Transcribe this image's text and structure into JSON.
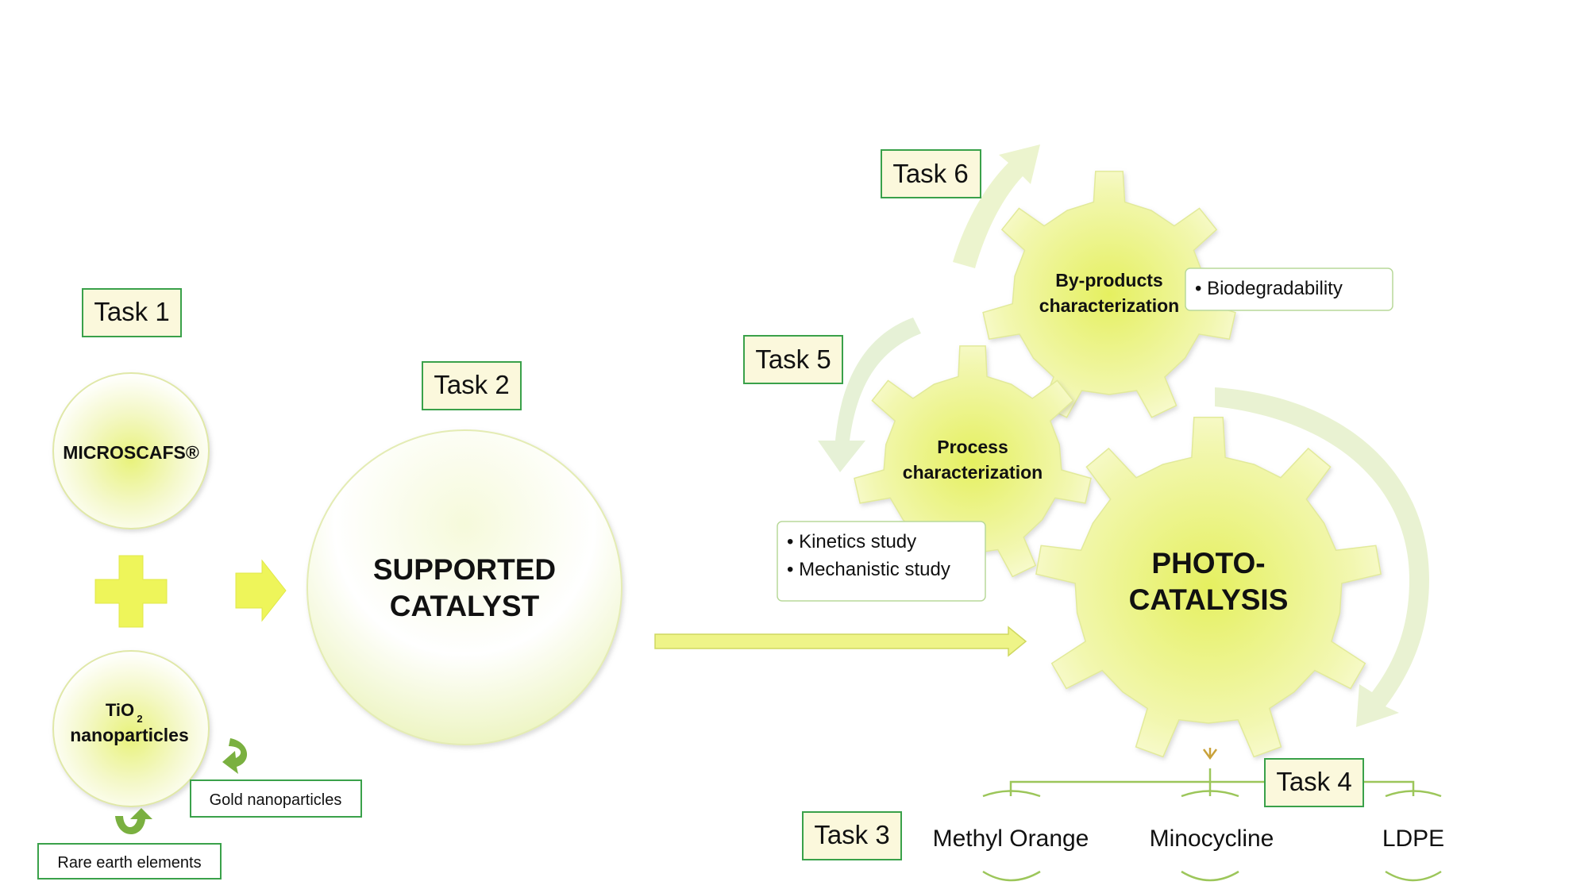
{
  "tasks": {
    "task1": "Task 1",
    "task2": "Task 2",
    "task3": "Task 3",
    "task4": "Task 4",
    "task5": "Task 5",
    "task6": "Task 6"
  },
  "inputs": {
    "microscafs": "MICROSCAFS®",
    "tio2_main": "TiO",
    "tio2_sub": "2",
    "tio2_line2": "nanoparticles",
    "gold": "Gold nanoparticles",
    "rare_earth": "Rare earth elements"
  },
  "catalyst": {
    "line1": "SUPPORTED",
    "line2": "CATALYST"
  },
  "photocatalysis": {
    "line1": "PHOTO-",
    "line2": "CATALYSIS"
  },
  "process": {
    "line1": "Process",
    "line2": "characterization",
    "bullets": [
      "• Kinetics study",
      "• Mechanistic study"
    ]
  },
  "byproducts": {
    "line1": "By-products",
    "line2": "characterization",
    "bullets": [
      "• Biodegradability"
    ]
  },
  "targets": [
    "Methyl Orange",
    "Minocycline",
    "LDPE"
  ],
  "colors": {
    "task_border": "#3aa14a",
    "task_fill": "#fbf8dc",
    "gear_center": "#e6f15a",
    "gear_edge": "#fafbd8",
    "arrow_fill": "#f0f77a",
    "curve_arrow": "#dcefc8",
    "green_line": "#9cc65a",
    "small_arrow": "#6aa83a"
  }
}
